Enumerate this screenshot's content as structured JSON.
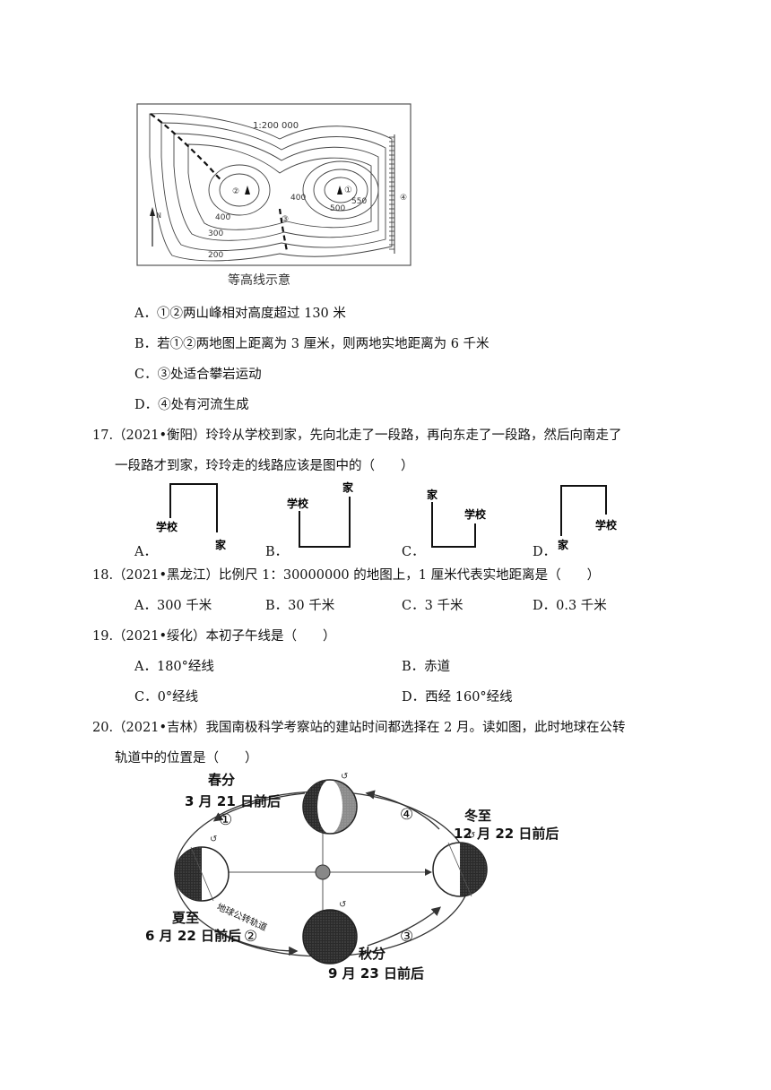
{
  "contour_map": {
    "scale": "1:200 000",
    "labels": [
      "400",
      "400",
      "300",
      "200",
      "500",
      "550"
    ],
    "markers": [
      "②",
      "①",
      "③",
      "④"
    ],
    "north": "N",
    "caption": "等高线示意"
  },
  "q16": {
    "options": [
      {
        "letter": "A．",
        "text": "①②两山峰相对高度超过 130 米"
      },
      {
        "letter": "B．",
        "text": "若①②两地图上距离为 3 厘米，则两地实地距离为 6 千米"
      },
      {
        "letter": "C．",
        "text": "③处适合攀岩运动"
      },
      {
        "letter": "D．",
        "text": "④处有河流生成"
      }
    ]
  },
  "q17": {
    "line1": "17.（2021•衡阳）玲玲从学校到家，先向北走了一段路，再向东走了一段路，然后向南走了",
    "line2": "一段路才到家，玲玲走的线路应该是图中的（　　）",
    "route_labels": {
      "school": "学校",
      "home": "家"
    },
    "options": [
      "A．",
      "B．",
      "C．",
      "D．"
    ]
  },
  "q18": {
    "stem": "18.（2021•黑龙江）比例尺 1：30000000 的地图上，1 厘米代表实地距离是（　　）",
    "options": [
      {
        "letter": "A．",
        "text": "300 千米"
      },
      {
        "letter": "B．",
        "text": "30 千米"
      },
      {
        "letter": "C．",
        "text": "3 千米"
      },
      {
        "letter": "D．",
        "text": "0.3 千米"
      }
    ]
  },
  "q19": {
    "stem": "19.（2021•绥化）本初子午线是（　　）",
    "options": [
      {
        "letter": "A．",
        "text": "180°经线"
      },
      {
        "letter": "B．",
        "text": "赤道"
      },
      {
        "letter": "C．",
        "text": "0°经线"
      },
      {
        "letter": "D．",
        "text": "西经 160°经线"
      }
    ]
  },
  "q20": {
    "line1": "20.（2021•吉林）我国南极科学考察站的建站时间都选择在 2 月。读如图，此时地球在公转",
    "line2": "轨道中的位置是（　　）"
  },
  "orbit": {
    "spring": {
      "name": "春分",
      "date": "3 月 21 日前后",
      "mark": "①"
    },
    "winter": {
      "name": "冬至",
      "date": "12 月 22 日前后",
      "mark": "④"
    },
    "summer": {
      "name": "夏至",
      "date": "6 月 22 日前后",
      "mark": "②"
    },
    "autumn": {
      "name": "秋分",
      "date": "9 月 23 日前后",
      "mark": "③"
    },
    "orbit_text": "地球公转轨道"
  }
}
